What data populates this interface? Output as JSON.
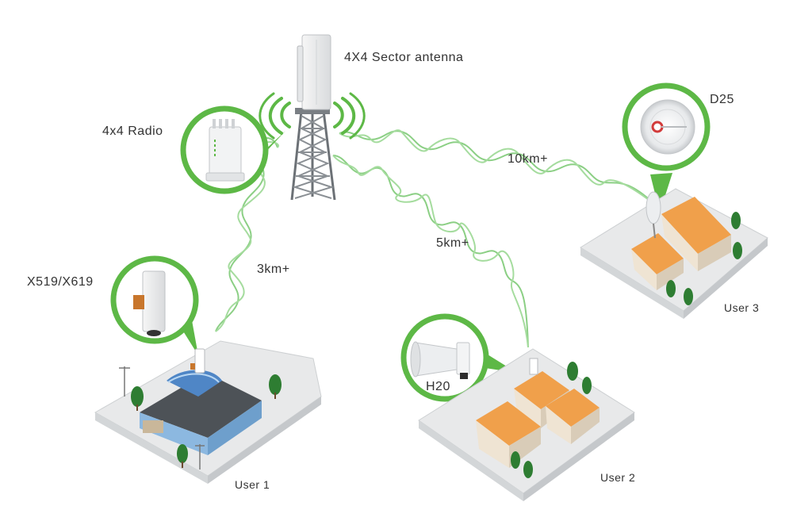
{
  "labels": {
    "sector_antenna": "4X4 Sector antenna",
    "radio": "4x4 Radio",
    "x519": "X519/X619",
    "d25": "D25",
    "h20": "H20",
    "user1": "User 1",
    "user2": "User 2",
    "user3": "User 3"
  },
  "links": {
    "user1_distance": "3km+",
    "user2_distance": "5km+",
    "user3_distance": "10km+"
  },
  "colors": {
    "accent_green": "#5db846",
    "wave_green": "#7cc576",
    "roof_orange": "#f0a04b",
    "tower_gray": "#8a8f94"
  },
  "icons": [
    "tower-icon",
    "sector-antenna-icon",
    "radio-device-icon",
    "outdoor-cpe-icon",
    "dish-antenna-icon",
    "horn-antenna-icon"
  ]
}
